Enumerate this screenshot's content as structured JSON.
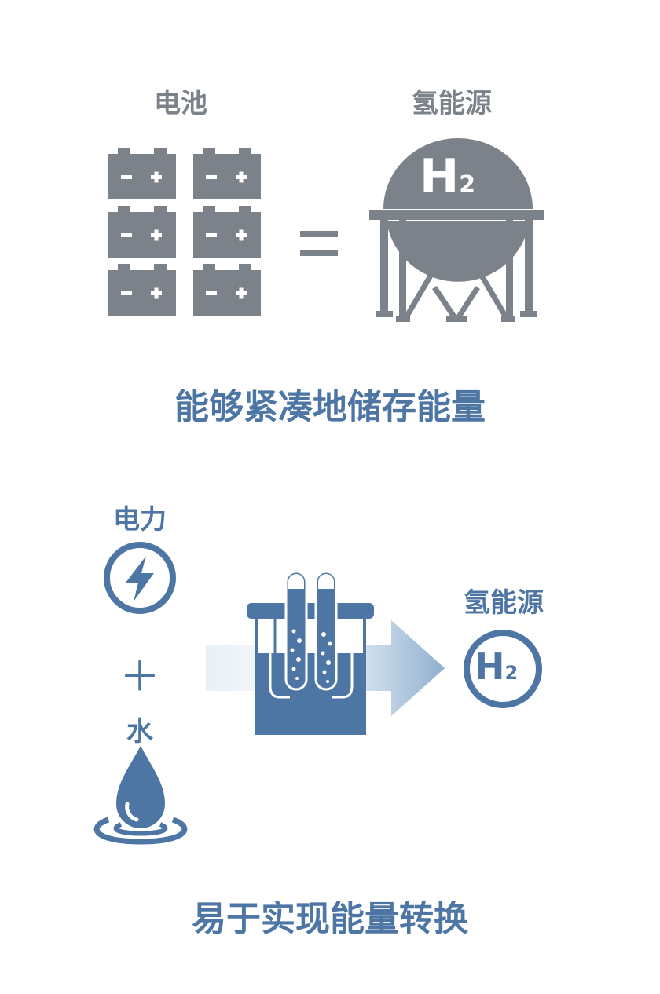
{
  "top_section": {
    "battery_label": "电池",
    "hydrogen_label": "氢能源",
    "tank_text": "H",
    "tank_subscript": "2",
    "battery_terminal_minus": "–",
    "battery_terminal_plus": "+",
    "equals_symbol": "=",
    "caption": "能够紧凑地储存能量"
  },
  "bottom_section": {
    "electricity_label": "电力",
    "plus_symbol": "＋",
    "water_label": "水",
    "hydrogen_label": "氢能源",
    "h2_text": "H",
    "h2_subscript": "2",
    "caption": "易于实现能量转换"
  },
  "colors": {
    "gray": "#7b8289",
    "blue": "#4d76a4",
    "light_blue": "#8fb0d0"
  }
}
